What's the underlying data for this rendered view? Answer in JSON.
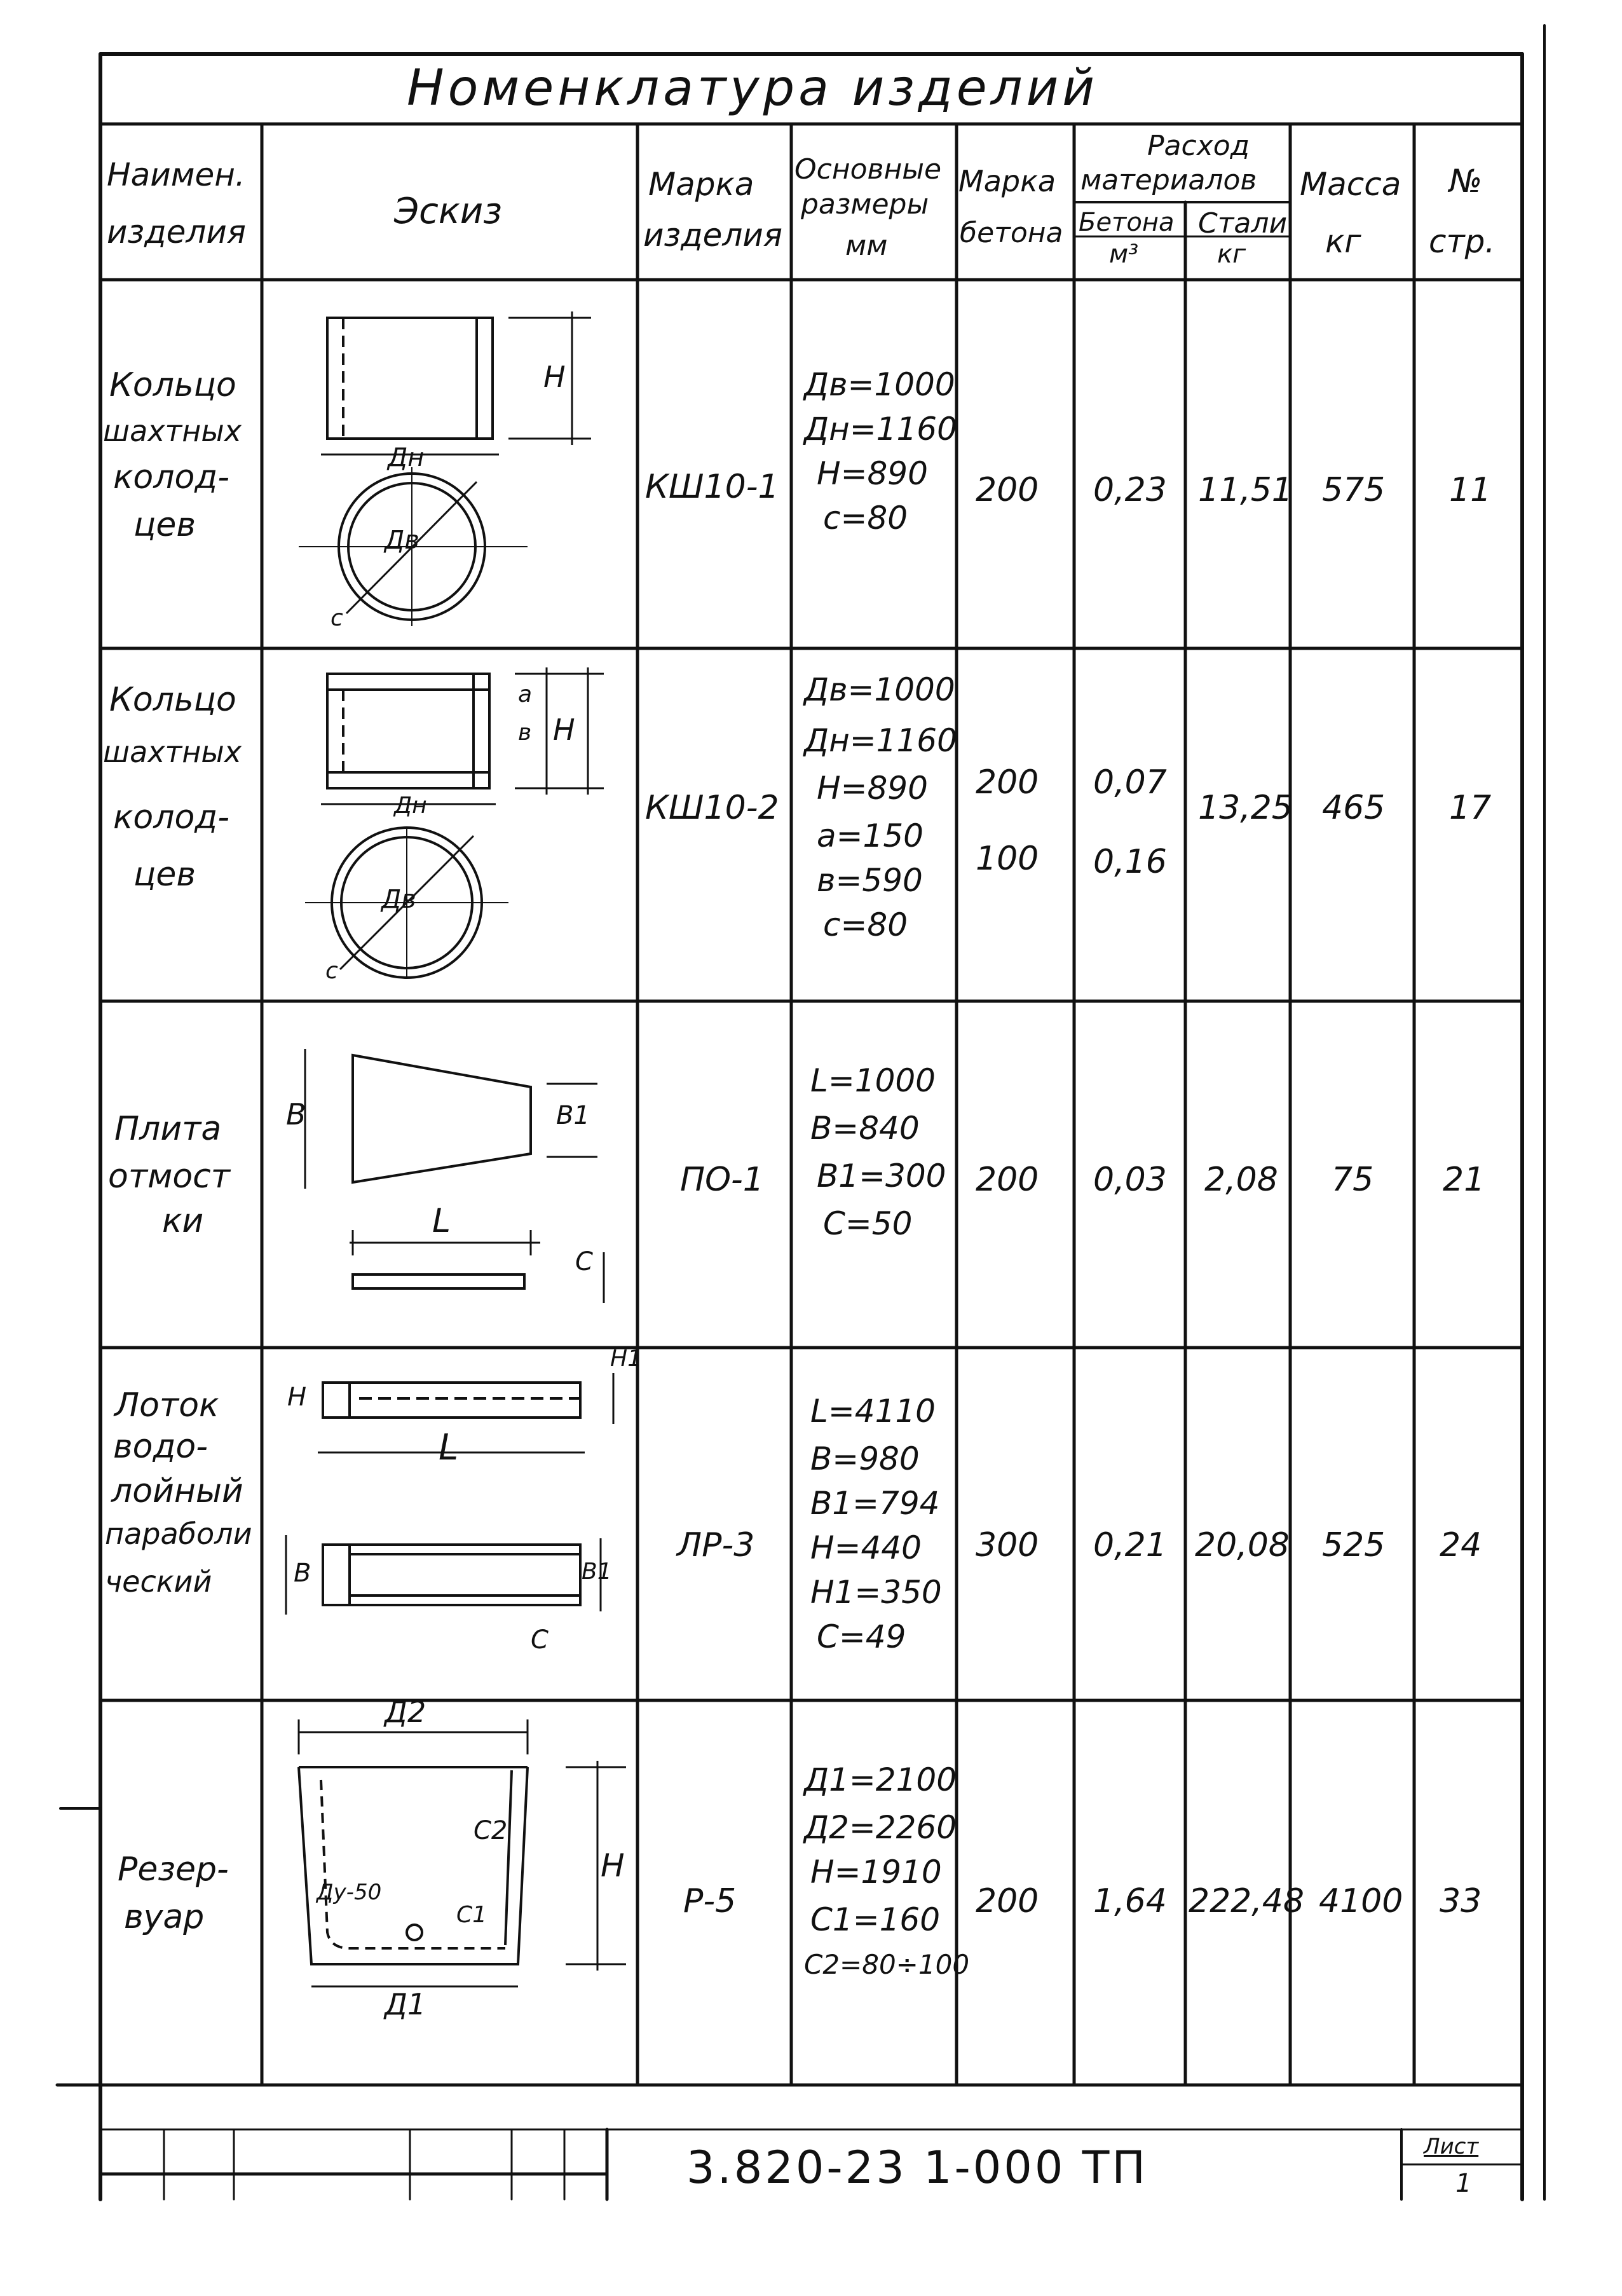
{
  "title": "Номенклатура изделий",
  "headers": {
    "name": [
      "Наимен.",
      "изделия"
    ],
    "sketch": "Эскиз",
    "mark": [
      "Марка",
      "изделия"
    ],
    "dims": [
      "Основные",
      "размеры",
      "мм"
    ],
    "concrete_grade": [
      "Марка",
      "бетона"
    ],
    "consumption": [
      "Расход",
      "материалов"
    ],
    "concrete": [
      "Бетона",
      "м³"
    ],
    "steel": [
      "Стали",
      "кг"
    ],
    "mass": [
      "Масса",
      "кг"
    ],
    "page": [
      "№",
      "стр."
    ]
  },
  "rows": [
    {
      "name": [
        "Кольцо",
        "шахтных",
        "колод-",
        "цев"
      ],
      "mark": "КШ10-1",
      "dims": [
        "Дв=1000",
        "Дн=1160",
        "Н=890",
        "с=80"
      ],
      "grade": [
        "200"
      ],
      "concrete": [
        "0,23"
      ],
      "steel": "11,51",
      "mass": "575",
      "page": "11",
      "sketch_labels": {
        "h": "Н",
        "dn": "Дн",
        "dv": "Дв",
        "c": "с"
      }
    },
    {
      "name": [
        "Кольцо",
        "шахтных",
        "колод-",
        "цев"
      ],
      "mark": "КШ10-2",
      "dims": [
        "Дв=1000",
        "Дн=1160",
        "Н=890",
        "а=150",
        "в=590",
        "с=80"
      ],
      "grade": [
        "200",
        "100"
      ],
      "concrete": [
        "0,07",
        "0,16"
      ],
      "steel": "13,25",
      "mass": "465",
      "page": "17",
      "sketch_labels": {
        "h": "Н",
        "a": "а",
        "b": "в",
        "dn": "Дн",
        "dv": "Дв",
        "c": "с"
      }
    },
    {
      "name": [
        "Плита",
        "отмост",
        "ки"
      ],
      "mark": "ПО-1",
      "dims": [
        "L=1000",
        "В=840",
        "В1=300",
        "С=50"
      ],
      "grade": [
        "200"
      ],
      "concrete": [
        "0,03"
      ],
      "steel": "2,08",
      "mass": "75",
      "page": "21",
      "sketch_labels": {
        "b": "В",
        "b1": "В1",
        "l": "L",
        "c": "С"
      }
    },
    {
      "name": [
        "Лоток",
        "водо-",
        "лойный",
        "параболи",
        "ческий"
      ],
      "mark": "ЛР-3",
      "dims": [
        "L=4110",
        "В=980",
        "В1=794",
        "Н=440",
        "Н1=350",
        "С=49"
      ],
      "grade": [
        "300"
      ],
      "concrete": [
        "0,21"
      ],
      "steel": "20,08",
      "mass": "525",
      "page": "24",
      "sketch_labels": {
        "h": "Н",
        "h1": "Н1",
        "l": "L",
        "b": "В",
        "b1": "В1",
        "c": "С"
      }
    },
    {
      "name": [
        "Резер-",
        "вуар"
      ],
      "mark": "Р-5",
      "dims": [
        "Д1=2100",
        "Д2=2260",
        "Н=1910",
        "С1=160",
        "С2=80÷100"
      ],
      "grade": [
        "200"
      ],
      "concrete": [
        "1,64"
      ],
      "steel": "222,48",
      "mass": "4100",
      "page": "33",
      "sketch_labels": {
        "d2": "Д2",
        "d1": "Д1",
        "c2": "С2",
        "c1": "С1",
        "h": "Н",
        "dy": "Ду-50"
      }
    }
  ],
  "stamp": {
    "code": "3.820-23 1-000 ТП",
    "sheet_label": "Лист",
    "sheet_number": "1"
  }
}
